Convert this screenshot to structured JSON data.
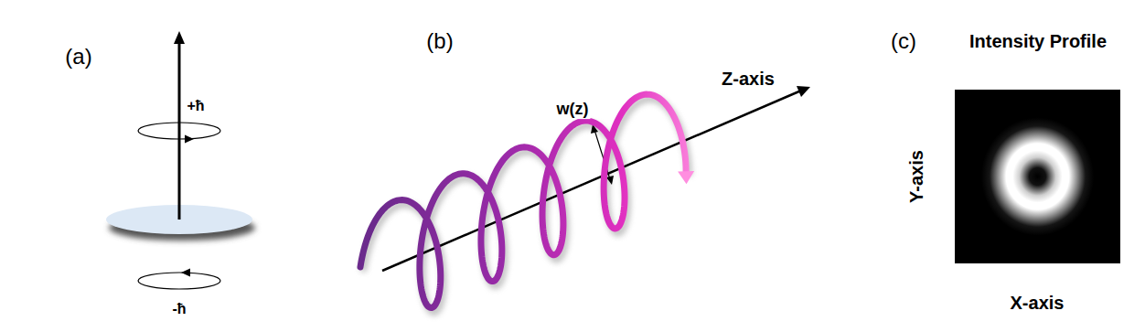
{
  "diagram": {
    "labels": [
      "(a)",
      "+ħ",
      "-ħ",
      "(b)",
      "w(z)",
      "Z-axis",
      "(c)",
      "Intensity Profile",
      "Y-axis",
      "X-axis"
    ]
  }
}
